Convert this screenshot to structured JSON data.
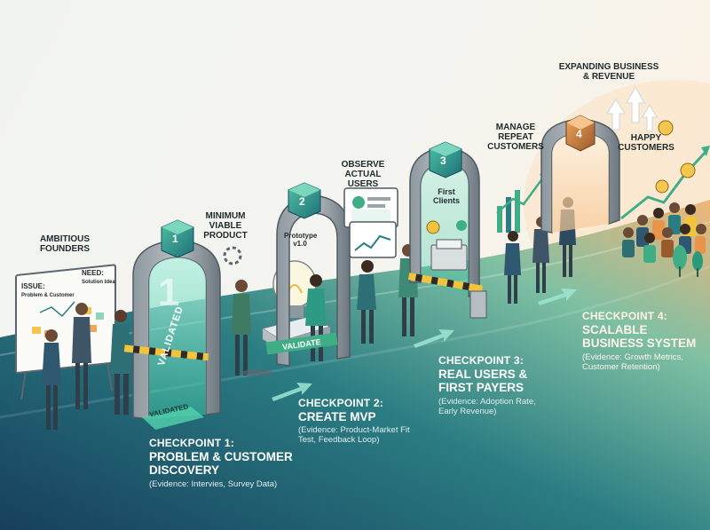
{
  "labels": {
    "ambitious_founders": "AMBITIOUS FOUNDERS",
    "mvp_label": "MINIMUM VIABLE PRODUCT",
    "observe_label": "OBSERVE ACTUAL USERS",
    "manage_label": "MANAGE REPEAT CUSTOMERS",
    "expanding_label": "EXPANDING BUSINESS & REVENUE",
    "happy_label": "HAPPY CUSTOMERS"
  },
  "board": {
    "issue": "ISSUE:",
    "issue_sub": "Problem & Customer",
    "need": "NEED:",
    "need_sub": "Solution Idea"
  },
  "gates": [
    {
      "number": "1",
      "sign": "VALIDATED",
      "floor_sign": "VALIDATED"
    },
    {
      "number": "2",
      "sign": "VALIDATE",
      "prototype": "Prototype v1.0"
    },
    {
      "number": "3",
      "sign": "First Clients"
    },
    {
      "number": "4"
    }
  ],
  "checkpoints": [
    {
      "kicker": "CHECKPOINT 1:",
      "title_line1": "PROBLEM & CUSTOMER",
      "title_line2": "DISCOVERY",
      "evidence": "(Evidence: Intervies, Survey Data)"
    },
    {
      "kicker": "CHECKPOINT 2:",
      "title_line1": "CREATE MVP",
      "title_line2": "",
      "evidence_line1": "(Evidence: Product-Market Fit",
      "evidence_line2": "Test, Feedback Loop)"
    },
    {
      "kicker": "CHECKPOINT 3:",
      "title_line1": "REAL USERS &",
      "title_line2": "FIRST PAYERS",
      "evidence_line1": "(Evidence: Adoption Rate,",
      "evidence_line2": "Early Revenue)"
    },
    {
      "kicker": "CHECKPOINT 4:",
      "title_line1": "SCALABLE",
      "title_line2": "BUSINESS SYSTEM",
      "evidence_line1": "(Evidence: Growth Metrics,",
      "evidence_line2": "Customer Retention)"
    }
  ],
  "colors": {
    "ground_dark": "#1f4a63",
    "ground_mid": "#2e8a86",
    "teal_accent": "#2fb39a",
    "orange_accent": "#e8944a",
    "gate_stone": "#7e8890",
    "headline_navy": "#0f2d52"
  }
}
